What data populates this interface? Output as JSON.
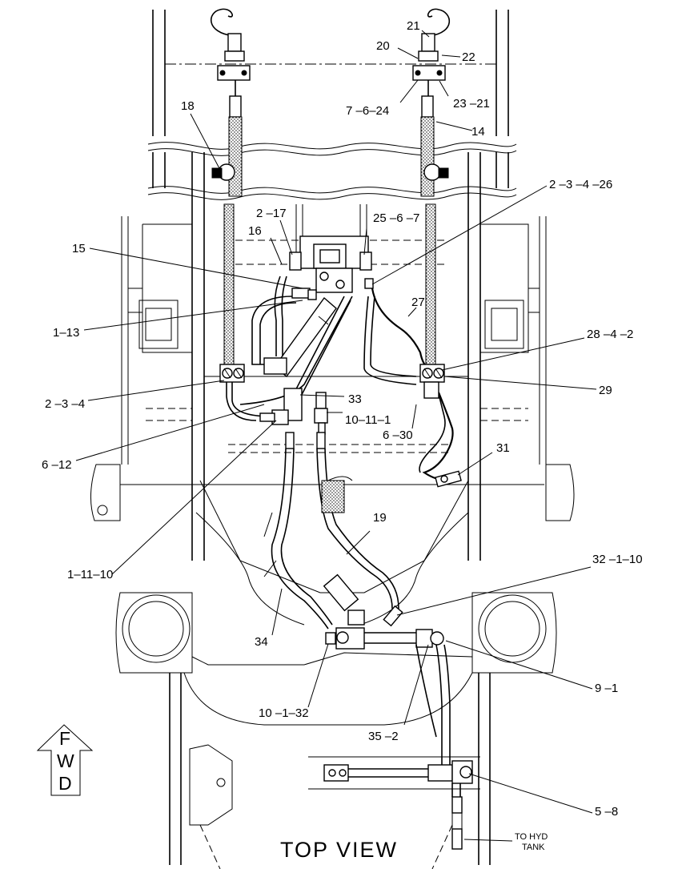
{
  "view_title": "TOP VIEW",
  "forward_arrow": {
    "letters": [
      "F",
      "W",
      "D"
    ]
  },
  "tank_note": {
    "line1": "TO HYD",
    "line2": "TANK"
  },
  "callouts": [
    "21",
    "20",
    "22",
    "7 –6–24",
    "23 –21",
    "18",
    "14",
    "2 –3 –4 –26",
    "2 –17",
    "25 –6 –7",
    "16",
    "15",
    "27",
    "1–13",
    "28 –4 –2",
    "29",
    "2 –3 –4",
    "33",
    "10–11–1",
    "6 –30",
    "6 –12",
    "31",
    "19",
    "1–11–10",
    "32 –1–10",
    "34",
    "9 –1",
    "10 –1–32",
    "35 –2",
    "5 –8"
  ],
  "icons": [
    "forward-arrow-icon"
  ]
}
